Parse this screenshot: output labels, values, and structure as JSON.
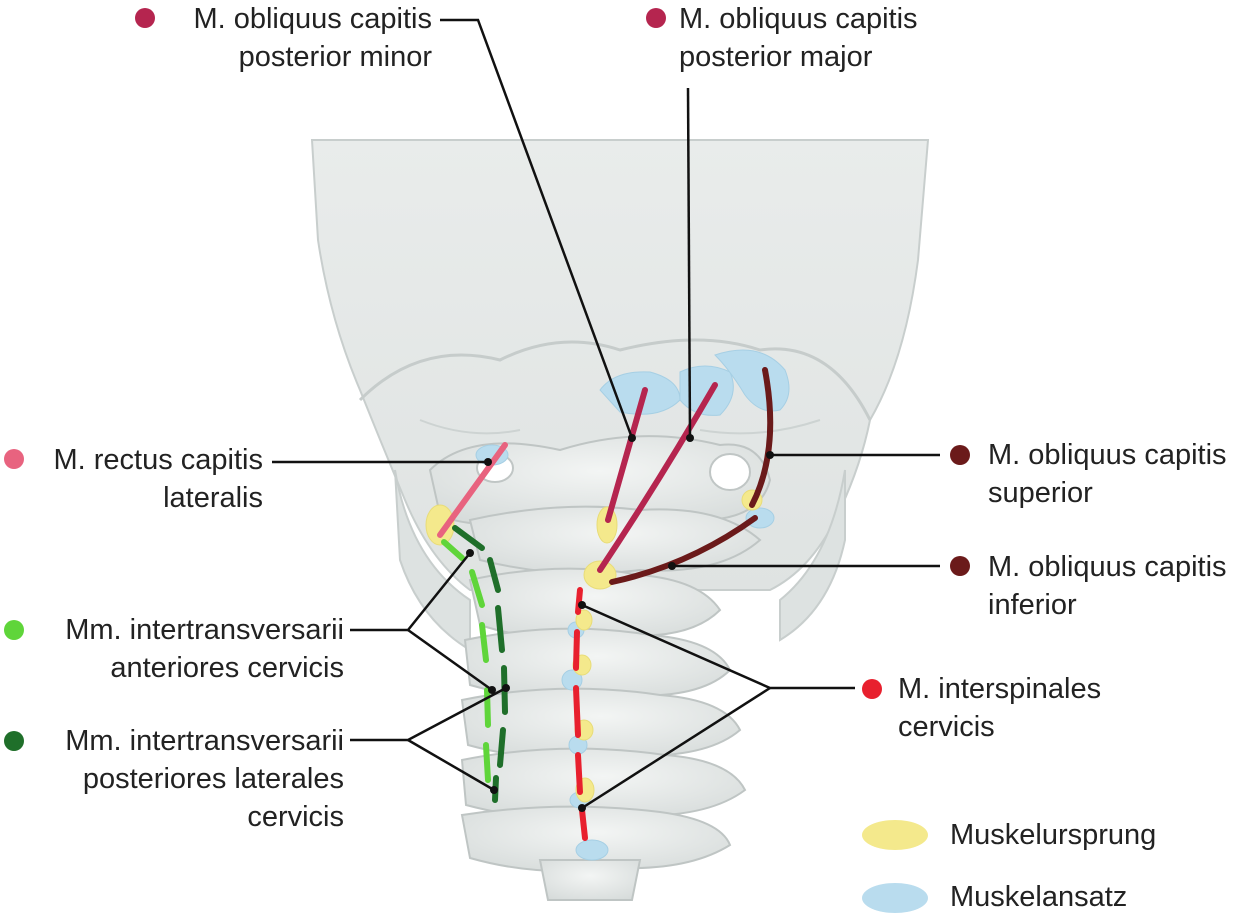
{
  "labels": {
    "obl_minor": {
      "line1": "M. obliquus capitis",
      "line2": "posterior minor",
      "color": "#b5254f"
    },
    "obl_major": {
      "line1": "M. obliquus capitis",
      "line2": "posterior major",
      "color": "#b5254f"
    },
    "rectus_lat": {
      "line1": "M. rectus capitis",
      "line2": "lateralis",
      "color": "#e8637f"
    },
    "obl_sup": {
      "line1": "M. obliquus capitis",
      "line2": "superior",
      "color": "#6b1a1a"
    },
    "obl_inf": {
      "line1": "M. obliquus capitis",
      "line2": "inferior",
      "color": "#6b1a1a"
    },
    "it_ant": {
      "line1": "Mm. intertransversarii",
      "line2": "anteriores cervicis",
      "color": "#5fd53a"
    },
    "it_post": {
      "line1": "Mm. intertransversarii",
      "line2": "posteriores laterales",
      "line3": "cervicis",
      "color": "#1f6f2a"
    },
    "interspinales": {
      "line1": "M. interspinales",
      "line2": "cervicis",
      "color": "#e8202e"
    }
  },
  "legend": {
    "origin": {
      "label": "Muskelursprung",
      "color": "#f4e98c"
    },
    "insertion": {
      "label": "Muskelansatz",
      "color": "#b9dcee"
    }
  }
}
